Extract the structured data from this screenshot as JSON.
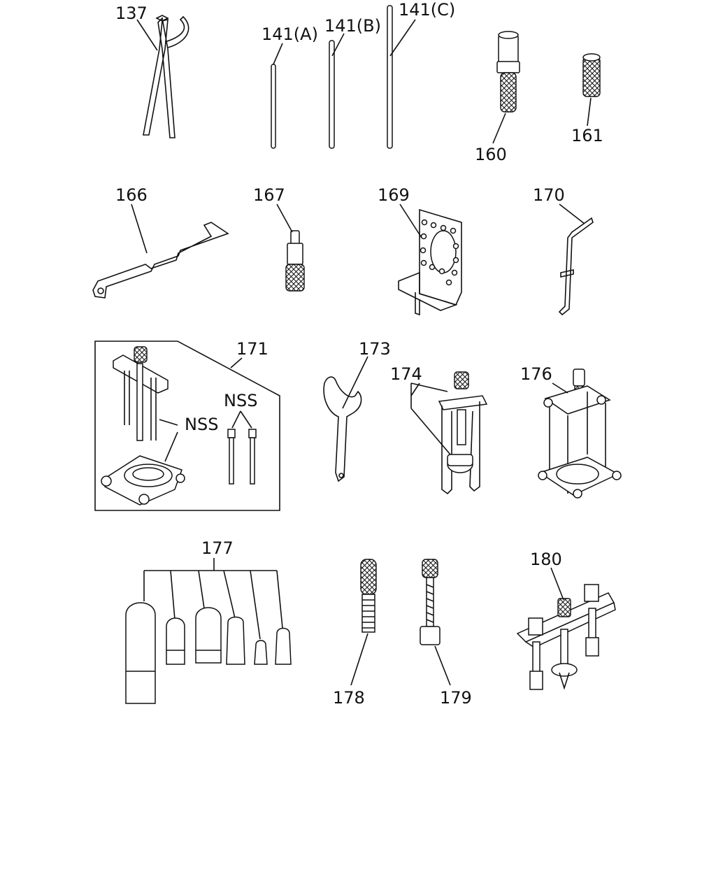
{
  "callouts": {
    "c137": "137",
    "c141a": "141(A)",
    "c141b": "141(B)",
    "c141c": "141(C)",
    "c160": "160",
    "c161": "161",
    "c166": "166",
    "c167": "167",
    "c169": "169",
    "c170": "170",
    "c171": "171",
    "c173": "173",
    "c174": "174",
    "c176": "176",
    "c177": "177",
    "c178": "178",
    "c179": "179",
    "c180": "180",
    "nss1": "NSS",
    "nss2": "NSS"
  },
  "colors": {
    "line": "#111111",
    "background": "#ffffff"
  }
}
